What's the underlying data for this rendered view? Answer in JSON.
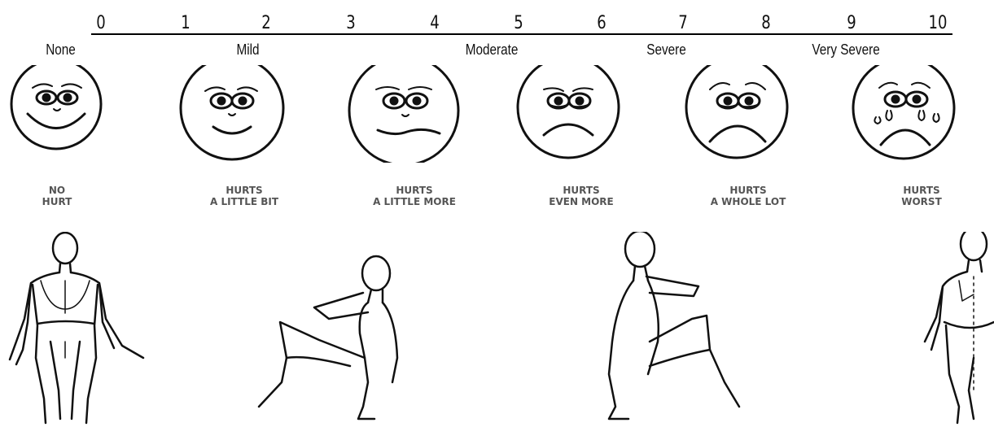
{
  "scale": {
    "numbers": [
      "0",
      "1",
      "2",
      "3",
      "4",
      "5",
      "6",
      "7",
      "8",
      "9",
      "10"
    ],
    "severity": [
      "None",
      "Mild",
      "Moderate",
      "Severe",
      "Very Severe"
    ]
  },
  "faces": [
    {
      "caption": "NO\nHURT",
      "icon": "no-hurt-face-icon"
    },
    {
      "caption": "HURTS\nA LITTLE BIT",
      "icon": "hurts-little-bit-face-icon"
    },
    {
      "caption": "HURTS\nA LITTLE MORE",
      "icon": "hurts-little-more-face-icon"
    },
    {
      "caption": "HURTS\nEVEN MORE",
      "icon": "hurts-even-more-face-icon"
    },
    {
      "caption": "HURTS\nA WHOLE LOT",
      "icon": "hurts-whole-lot-face-icon"
    },
    {
      "caption": "HURTS\nWORST",
      "icon": "hurts-worst-face-icon"
    }
  ],
  "figures": [
    "body-front-icon",
    "body-side-right-icon",
    "body-side-left-icon",
    "body-back-icon"
  ],
  "colors": {
    "ink": "#111111",
    "caption": "#555555",
    "background": "#ffffff"
  }
}
